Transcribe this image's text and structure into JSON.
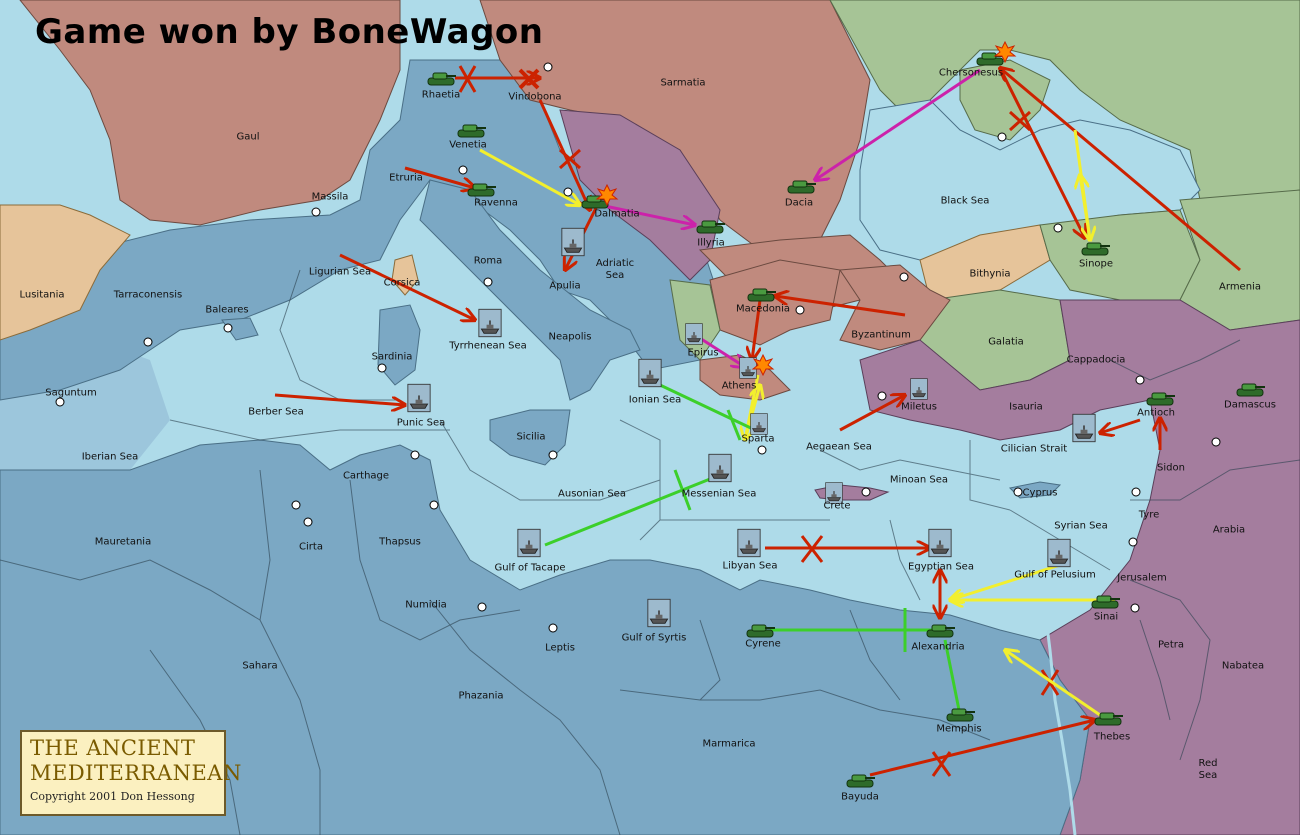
{
  "title": "Game won by BoneWagon",
  "logo": {
    "line1": "THE ANCIENT",
    "line2": "MEDITERRANEAN",
    "copyright": "Copyright  2001  Don Hessong"
  },
  "colors": {
    "sea": "#aedbe9",
    "coastal_water": "#7eaec9",
    "land_neutral": "#7ba8c4",
    "player_brown": "#c08a7e",
    "player_purple": "#a47d9e",
    "player_green": "#a6c496",
    "player_tan": "#e6c49a",
    "order_red": "#cc2200",
    "order_yellow": "#f2ef2e",
    "order_green": "#3ccf2a",
    "order_magenta": "#cc22aa"
  },
  "land_labels": [
    "Gaul",
    "Lusitania",
    "Tarraconensis",
    "Massila",
    "Etruria",
    "Rhaetia",
    "Vindobona",
    "Sarmatia",
    "Venetia",
    "Ravenna",
    "Dalmatia",
    "Illyria",
    "Dacia",
    "Chersonesus",
    "Black Sea",
    "Sinope",
    "Bithynia",
    "Armenia",
    "Roma",
    "Apulia",
    "Neapolis",
    "Corsica",
    "Sardinia",
    "Baleares",
    "Saguntum",
    "Macedonia",
    "Epirus",
    "Athens",
    "Sparta",
    "Byzantinum",
    "Galatia",
    "Cappadocia",
    "Miletus",
    "Isauria",
    "Antioch",
    "Damascus",
    "Sidon",
    "Tyre",
    "Arabia",
    "Jerusalem",
    "Sinai",
    "Petra",
    "Nabatea",
    "Cyprus",
    "Crete",
    "Carthage",
    "Thapsus",
    "Cirta",
    "Mauretania",
    "Numidia",
    "Sahara",
    "Leptis",
    "Phazania",
    "Cyrene",
    "Alexandria",
    "Memphis",
    "Thebes",
    "Bayuda",
    "Marmarica",
    "Red Sea"
  ],
  "sea_labels": [
    "Ligurian Sea",
    "Tyrrhenean Sea",
    "Berber Sea",
    "Punic Sea",
    "Iberian Sea",
    "Sicilia",
    "Ionian Sea",
    "Adriatic Sea",
    "Aegaean Sea",
    "Cilician Strait",
    "Minoan Sea",
    "Messenian Sea",
    "Ausonian Sea",
    "Gulf of Tacape",
    "Libyan Sea",
    "Egyptian Sea",
    "Syrian Sea",
    "Gulf of Pelusium",
    "Gulf of Syrtis"
  ],
  "units": [
    {
      "type": "army",
      "at": "Rhaetia"
    },
    {
      "type": "army",
      "at": "Venetia"
    },
    {
      "type": "army",
      "at": "Ravenna"
    },
    {
      "type": "army",
      "at": "Dalmatia"
    },
    {
      "type": "army",
      "at": "Illyria"
    },
    {
      "type": "army",
      "at": "Dacia"
    },
    {
      "type": "army",
      "at": "Chersonesus"
    },
    {
      "type": "army",
      "at": "Sinope"
    },
    {
      "type": "army",
      "at": "Macedonia"
    },
    {
      "type": "army",
      "at": "Antioch"
    },
    {
      "type": "army",
      "at": "Damascus"
    },
    {
      "type": "army",
      "at": "Sinai"
    },
    {
      "type": "army",
      "at": "Cyrene"
    },
    {
      "type": "army",
      "at": "Alexandria"
    },
    {
      "type": "army",
      "at": "Memphis"
    },
    {
      "type": "army",
      "at": "Thebes"
    },
    {
      "type": "army",
      "at": "Bayuda"
    },
    {
      "type": "fleet",
      "at": "Adriatic Sea"
    },
    {
      "type": "fleet",
      "at": "Tyrrhenean Sea"
    },
    {
      "type": "fleet",
      "at": "Punic Sea"
    },
    {
      "type": "fleet",
      "at": "Epirus"
    },
    {
      "type": "fleet",
      "at": "Athens"
    },
    {
      "type": "fleet",
      "at": "Ionian Sea"
    },
    {
      "type": "fleet",
      "at": "Sparta"
    },
    {
      "type": "fleet",
      "at": "Messenian Sea"
    },
    {
      "type": "fleet",
      "at": "Miletus"
    },
    {
      "type": "fleet",
      "at": "Cilician Strait"
    },
    {
      "type": "fleet",
      "at": "Crete"
    },
    {
      "type": "fleet",
      "at": "Gulf of Tacape"
    },
    {
      "type": "fleet",
      "at": "Libyan Sea"
    },
    {
      "type": "fleet",
      "at": "Egyptian Sea"
    },
    {
      "type": "fleet",
      "at": "Gulf of Pelusium"
    },
    {
      "type": "fleet",
      "at": "Gulf of Syrtis"
    }
  ]
}
